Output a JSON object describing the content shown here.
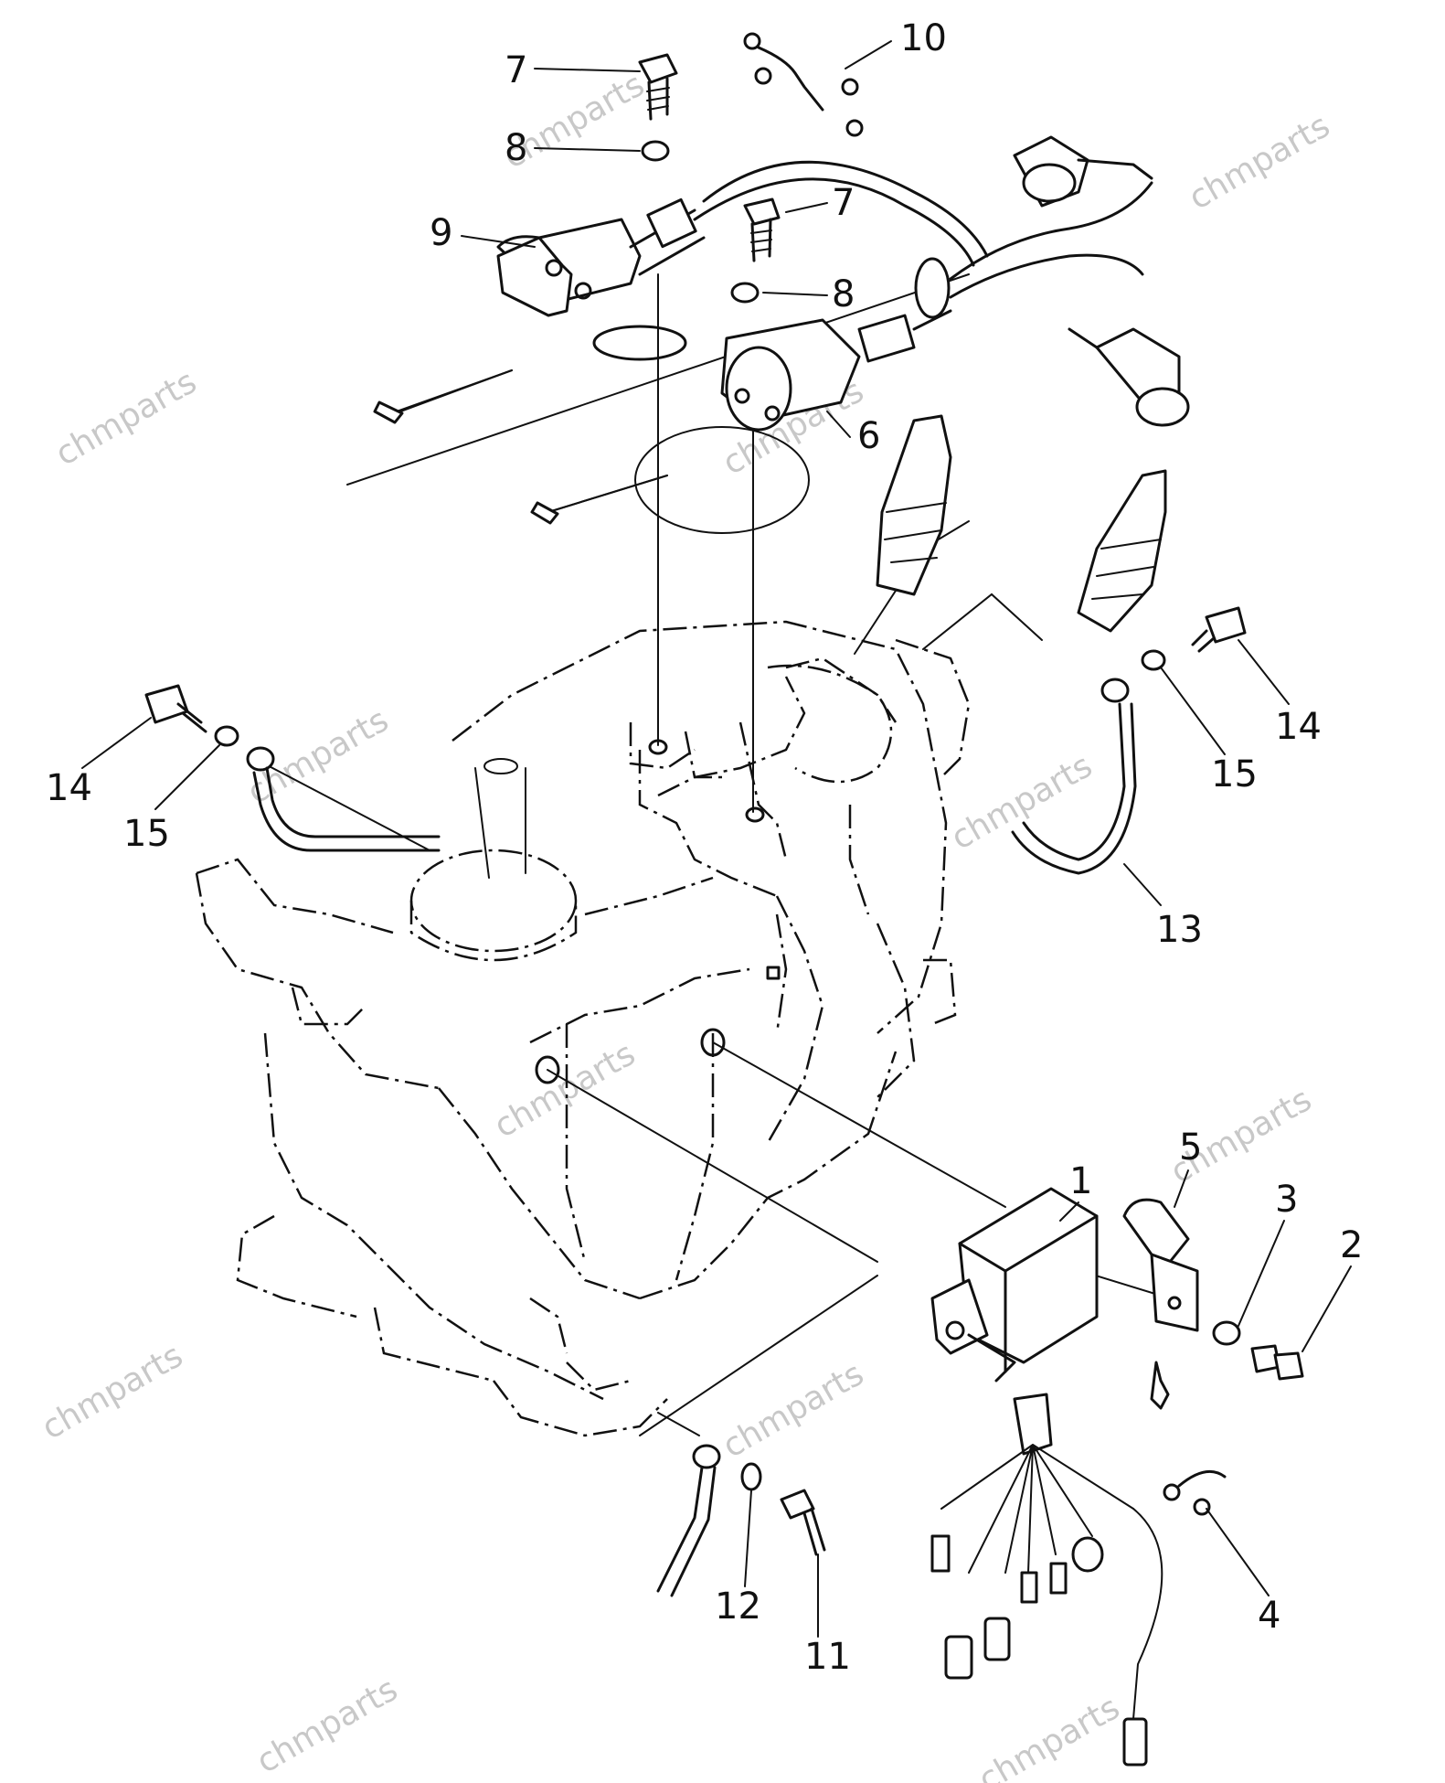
{
  "watermark": "chmparts",
  "callouts": {
    "c1": "1",
    "c2": "2",
    "c3": "3",
    "c4": "4",
    "c5": "5",
    "c6": "6",
    "c7a": "7",
    "c7b": "7",
    "c8a": "8",
    "c8b": "8",
    "c9": "9",
    "c10": "10",
    "c11": "11",
    "c12": "12",
    "c13": "13",
    "c14a": "14",
    "c14b": "14",
    "c15a": "15",
    "c15b": "15"
  }
}
